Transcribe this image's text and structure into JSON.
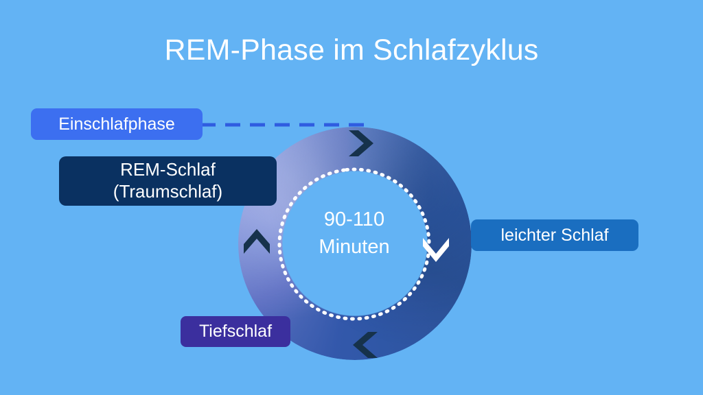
{
  "meta": {
    "background_color": "#63b3f4",
    "text_color": "#ffffff"
  },
  "title": "REM-Phase im Schlafzyklus",
  "center": {
    "duration": "90-110",
    "unit": "Minuten"
  },
  "ring": {
    "gradient_from": "#94a1de",
    "gradient_to": "#2b5296",
    "arrow_color": "#16324b",
    "inner_tip_color": "#ffffff",
    "dotted_color": "#ffffff"
  },
  "connector": {
    "style": "dashed",
    "color": "#2f5ce0"
  },
  "stages": [
    {
      "id": "einschlafphase",
      "label": "Einschlafphase",
      "color": "#3c6ff0",
      "icon": "dashed-connector-icon"
    },
    {
      "id": "rem-schlaf",
      "label_line1": "REM-Schlaf",
      "label_line2": "(Traumschlaf)",
      "color": "#0a3161"
    },
    {
      "id": "leichter-schlaf",
      "label": "leichter Schlaf",
      "color": "#1a6ec0"
    },
    {
      "id": "tiefschlaf",
      "label": "Tiefschlaf",
      "color": "#3b2f9e"
    }
  ],
  "arrows": [
    {
      "id": "arrow-top",
      "direction": "right"
    },
    {
      "id": "arrow-left",
      "direction": "up"
    },
    {
      "id": "arrow-bottom",
      "direction": "left"
    },
    {
      "id": "arrow-inner-tip",
      "direction": "down"
    }
  ]
}
